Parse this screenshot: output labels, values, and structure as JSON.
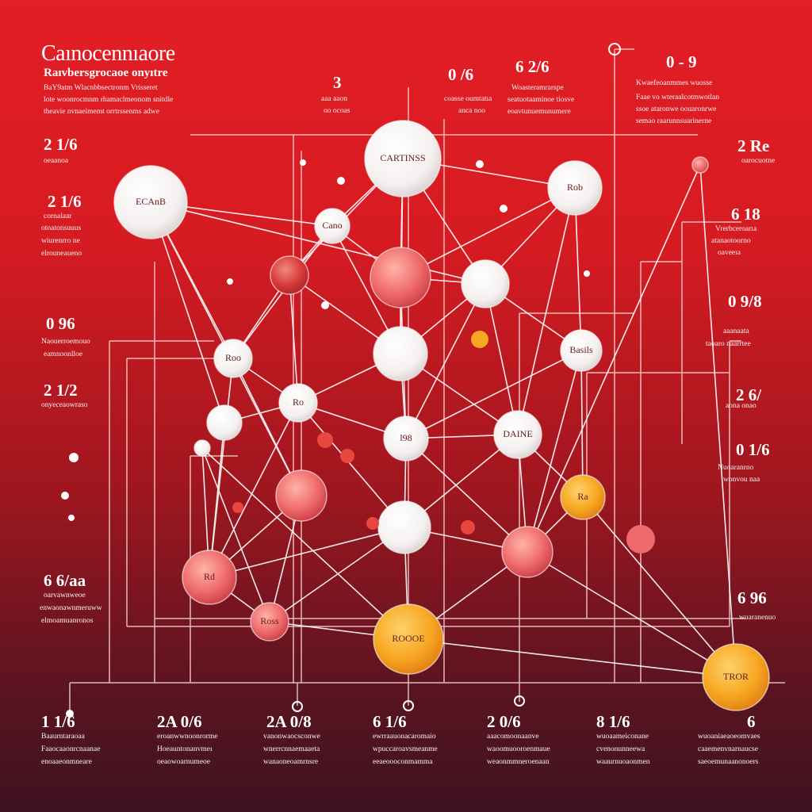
{
  "header": {
    "title": "Caınocennıaore",
    "subtitle": "Raıvbersgrocaoe onyıtre",
    "lines": [
      "BaY9atm Wlacnbbsectronm Vrisseret",
      "lote woonrocmnm rhamaclmeonom snitdle",
      "theavie nvnaeimemt orrtrssenms adwe"
    ]
  },
  "top_blocks": [
    {
      "num": "3",
      "lines": [
        "aaa aaon",
        "oo ocoas"
      ]
    },
    {
      "num": "0 /6",
      "lines": [
        "coasse oumtatıa",
        "anca noo"
      ]
    },
    {
      "num": "6 2/6",
      "lines": [
        "Woasteramrarspe",
        "seatuotaaminoe tiosve",
        "eoavtunuemunumere"
      ]
    },
    {
      "num": "0 - 9",
      "lines": [
        "Kwaefeoanmmes wuosse",
        "Faae vo wteraalcotmwotlan",
        "ssoe ataronwe oouaronrwe",
        "semao raarunnsuarinerne"
      ]
    }
  ],
  "left_blocks": [
    {
      "num": "2 1/6",
      "lines": [
        "oeaanoa"
      ]
    },
    {
      "num": "2 1/6",
      "lines": [
        "cornalaar",
        "otoatonsuuus",
        "wiurenrro ne",
        "elrouneaueno"
      ]
    },
    {
      "num": "0 96",
      "lines": [
        "Naouerroemouo",
        "eamnoonlloe"
      ]
    },
    {
      "num": "2 1/2",
      "lines": [
        "onyeceaowraso"
      ]
    },
    {
      "num": "6 6/aa",
      "lines": [
        "oarvawnweoe",
        "enwaonawnmeruww",
        "elmoamuanronos"
      ]
    }
  ],
  "right_blocks": [
    {
      "num": "2 Re",
      "lines": [
        "oarocuotne"
      ]
    },
    {
      "num": "6 18",
      "lines": [
        "Vrerbceroarıa",
        "atanaotoorno",
        "oaveeıa"
      ]
    },
    {
      "num": "0 9/8",
      "lines": [
        "aaanaata",
        "taoaro naarrtee"
      ]
    },
    {
      "num": "2 6/",
      "lines": [
        "aona onao"
      ]
    },
    {
      "num": "0 1/6",
      "lines": [
        "Nuoaranrno",
        "wonvou naa"
      ]
    },
    {
      "num": "6 96",
      "lines": [
        "wuaranenuo"
      ]
    }
  ],
  "bottom_blocks": [
    {
      "num": "1 1/6",
      "lines": [
        "Baaurntaraoaa",
        "Faaocaaonrcnaanae",
        "enoaaeonmneare"
      ]
    },
    {
      "num": "2A 0/6",
      "lines": [
        "eroanwwnoonrorme",
        "Hoeauntonanvmeı",
        "oeaowoarnumeoe"
      ]
    },
    {
      "num": "2A 0/8",
      "lines": [
        "vanonwaocsconwe",
        "wnerrcnnaemaaeta",
        "wanaoneoamrnsre"
      ]
    },
    {
      "num": "6 1/6",
      "lines": [
        "ewrraauonacaromaio",
        "wpuccaroavsmeanme",
        "eeaeoooconmamma"
      ]
    },
    {
      "num": "2 0/6",
      "lines": [
        "aaacomoonaanve",
        "waoomuooroenmaue",
        "weaonmmneroenaan"
      ]
    },
    {
      "num": "8 1/6",
      "lines": [
        "wuoaameiconane",
        "cvenonunneewa",
        "waaurnuoaonmen"
      ]
    },
    {
      "num": "6",
      "lines": [
        "wuoaniaeaoeomvaes",
        "caaemenvnarnaucse",
        "saeoemunaanonoers"
      ]
    }
  ],
  "nodes": [
    {
      "id": "n1",
      "label": "CARTINSS",
      "kind": "white"
    },
    {
      "id": "n2",
      "label": "ECAnB",
      "kind": "white"
    },
    {
      "id": "n3",
      "label": "Cano",
      "kind": "white"
    },
    {
      "id": "n4",
      "label": "Rob",
      "kind": "white"
    },
    {
      "id": "n5",
      "label": "",
      "kind": "red"
    },
    {
      "id": "n6",
      "label": "",
      "kind": "pink"
    },
    {
      "id": "n7",
      "label": "",
      "kind": "white"
    },
    {
      "id": "n8",
      "label": "",
      "kind": "white"
    },
    {
      "id": "n9",
      "label": "Roo",
      "kind": "white"
    },
    {
      "id": "n10",
      "label": "",
      "kind": "white"
    },
    {
      "id": "n11",
      "label": "Basils",
      "kind": "white"
    },
    {
      "id": "n12",
      "label": "",
      "kind": "pink"
    },
    {
      "id": "n13",
      "label": "Ro",
      "kind": "white"
    },
    {
      "id": "n14",
      "label": "l98",
      "kind": "white"
    },
    {
      "id": "n15",
      "label": "DAINE",
      "kind": "white"
    },
    {
      "id": "n16",
      "label": "Rd",
      "kind": "pink"
    },
    {
      "id": "n17",
      "label": "",
      "kind": "white"
    },
    {
      "id": "n18",
      "label": "Ra",
      "kind": "orange"
    },
    {
      "id": "n19",
      "label": "",
      "kind": "pink"
    },
    {
      "id": "n20",
      "label": "Ross",
      "kind": "pink"
    },
    {
      "id": "n21",
      "label": "",
      "kind": "white"
    },
    {
      "id": "n22",
      "label": "ROOOE",
      "kind": "orange"
    },
    {
      "id": "n23",
      "label": "TROR",
      "kind": "orange"
    },
    {
      "id": "n24",
      "label": "",
      "kind": "pink"
    }
  ],
  "edges": [
    [
      "n1",
      "n3"
    ],
    [
      "n1",
      "n5"
    ],
    [
      "n1",
      "n6"
    ],
    [
      "n1",
      "n4"
    ],
    [
      "n1",
      "n8"
    ],
    [
      "n1",
      "n7"
    ],
    [
      "n2",
      "n3"
    ],
    [
      "n2",
      "n7"
    ],
    [
      "n2",
      "n9"
    ],
    [
      "n2",
      "n12"
    ],
    [
      "n2",
      "n10"
    ],
    [
      "n3",
      "n5"
    ],
    [
      "n3",
      "n9"
    ],
    [
      "n3",
      "n6"
    ],
    [
      "n3",
      "n8"
    ],
    [
      "n4",
      "n6"
    ],
    [
      "n4",
      "n7"
    ],
    [
      "n4",
      "n11"
    ],
    [
      "n4",
      "n15"
    ],
    [
      "n5",
      "n9"
    ],
    [
      "n5",
      "n13"
    ],
    [
      "n5",
      "n8"
    ],
    [
      "n6",
      "n8"
    ],
    [
      "n6",
      "n7"
    ],
    [
      "n6",
      "n14"
    ],
    [
      "n7",
      "n8"
    ],
    [
      "n7",
      "n11"
    ],
    [
      "n7",
      "n15"
    ],
    [
      "n7",
      "n14"
    ],
    [
      "n8",
      "n13"
    ],
    [
      "n8",
      "n14"
    ],
    [
      "n8",
      "n15"
    ],
    [
      "n9",
      "n13"
    ],
    [
      "n9",
      "n12"
    ],
    [
      "n9",
      "n16"
    ],
    [
      "n10",
      "n13"
    ],
    [
      "n10",
      "n16"
    ],
    [
      "n11",
      "n14"
    ],
    [
      "n11",
      "n18"
    ],
    [
      "n11",
      "n19"
    ],
    [
      "n12",
      "n16"
    ],
    [
      "n12",
      "n20"
    ],
    [
      "n13",
      "n14"
    ],
    [
      "n13",
      "n16"
    ],
    [
      "n13",
      "n17"
    ],
    [
      "n14",
      "n17"
    ],
    [
      "n14",
      "n19"
    ],
    [
      "n14",
      "n15"
    ],
    [
      "n15",
      "n18"
    ],
    [
      "n15",
      "n19"
    ],
    [
      "n15",
      "n17"
    ],
    [
      "n16",
      "n17"
    ],
    [
      "n16",
      "n20"
    ],
    [
      "n16",
      "n21"
    ],
    [
      "n17",
      "n22"
    ],
    [
      "n17",
      "n19"
    ],
    [
      "n17",
      "n20"
    ],
    [
      "n18",
      "n19"
    ],
    [
      "n18",
      "n23"
    ],
    [
      "n19",
      "n22"
    ],
    [
      "n19",
      "n23"
    ],
    [
      "n19",
      "n24"
    ],
    [
      "n20",
      "n21"
    ],
    [
      "n20",
      "n22"
    ],
    [
      "n21",
      "n22"
    ],
    [
      "n22",
      "n23"
    ],
    [
      "n24",
      "n23"
    ]
  ],
  "colors": {
    "background_top": "#e31e24",
    "background_bottom": "#3e1220",
    "node_white": "#f4f0ef",
    "node_pink": "#ef6b6b",
    "node_red": "#d83a3a",
    "node_orange": "#f7a823",
    "line": "#ffffff",
    "label": "#6a1b1b"
  }
}
